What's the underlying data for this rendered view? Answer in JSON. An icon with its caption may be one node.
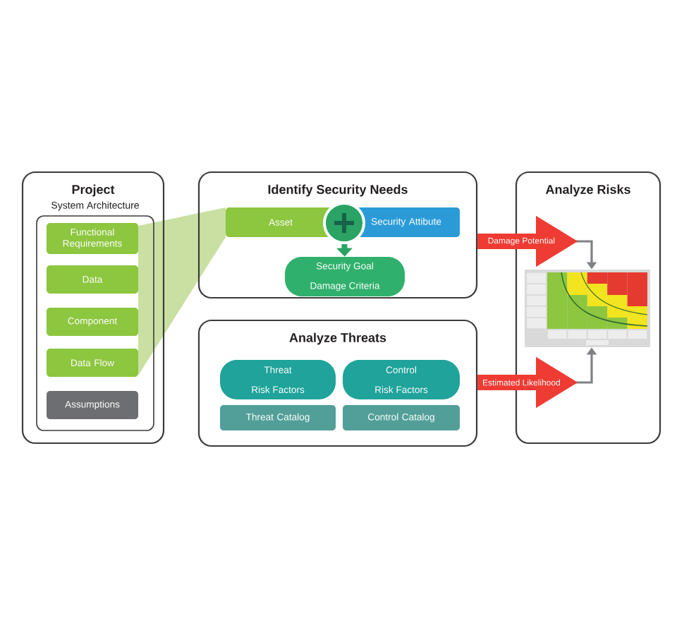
{
  "diagram": {
    "nodes": [
      {
        "text": [
          "Project"
        ]
      },
      {
        "text": [
          "System Architecture"
        ],
        "in": 0
      },
      {
        "text": [
          "Functional Requirements"
        ],
        "in": 1
      },
      {
        "text": [
          "Data"
        ],
        "in": 1
      },
      {
        "text": [
          "Component"
        ],
        "in": 1
      },
      {
        "text": [
          "Data Flow"
        ],
        "in": 1
      },
      {
        "text": [
          "Assumptions"
        ],
        "in": 1
      },
      {
        "text": [
          "Identify Security Needs"
        ]
      },
      {
        "text": [
          "Asset"
        ],
        "in": 7
      },
      {
        "text": [
          "Security Attibute"
        ],
        "in": 7
      },
      {
        "text": [],
        "shape": "circle",
        "in": 7
      },
      {
        "text": [
          "Security Goal",
          "Damage Criteria"
        ],
        "in": 7
      },
      {
        "text": [
          "Analyze Threats"
        ]
      },
      {
        "text": [
          "Threat",
          "Risk Factors"
        ],
        "in": 12
      },
      {
        "text": [
          "Control",
          "Risk Factors"
        ],
        "in": 12
      },
      {
        "text": [
          "Threat Catalog"
        ],
        "in": 12
      },
      {
        "text": [
          "Control Catalog"
        ],
        "in": 12
      },
      {
        "text": [
          "Analyze Risks"
        ]
      },
      {
        "text": [],
        "shape": "picture",
        "in": 17
      },
      {
        "text": [],
        "shape": "wedge"
      }
    ],
    "edges": [
      {
        "from": 10,
        "to": 11,
        "arrow": "to",
        "style": "thick",
        "color": "#2aa364"
      },
      {
        "from": 7,
        "to": 18,
        "arrow": "to",
        "label": "Damage Potential"
      },
      {
        "from": 12,
        "to": 18,
        "arrow": "to",
        "label": "Estimated Likelihood"
      }
    ]
  }
}
